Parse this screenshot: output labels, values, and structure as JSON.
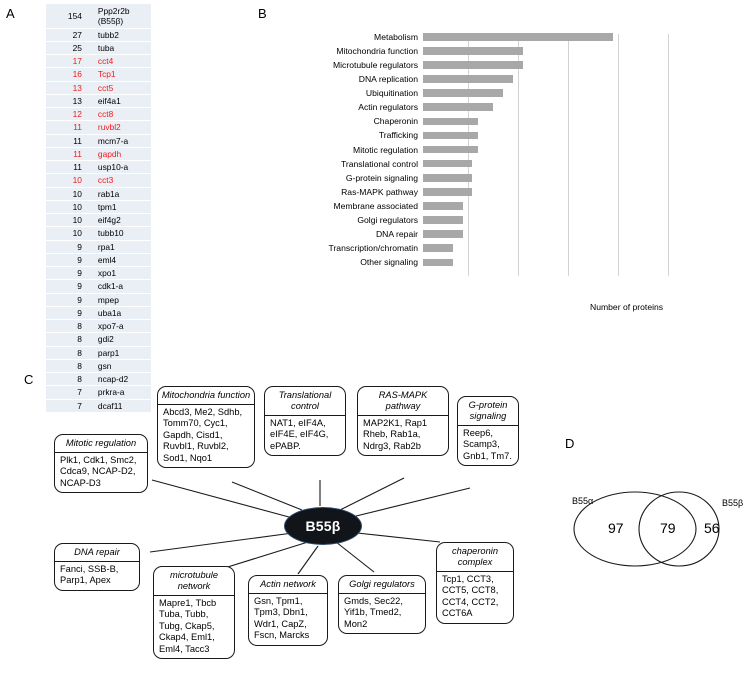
{
  "panels": {
    "a": {
      "letter": "A"
    },
    "b": {
      "letter": "B"
    },
    "c": {
      "letter": "C"
    },
    "d": {
      "letter": "D"
    }
  },
  "panel_a": {
    "rows": [
      {
        "count": "154",
        "name": "Ppp2r2b (B55β)",
        "highlight": false
      },
      {
        "count": "27",
        "name": "tubb2",
        "highlight": false
      },
      {
        "count": "25",
        "name": "tuba",
        "highlight": false
      },
      {
        "count": "17",
        "name": "cct4",
        "highlight": true
      },
      {
        "count": "16",
        "name": "Tcp1",
        "highlight": true
      },
      {
        "count": "13",
        "name": "cct5",
        "highlight": true
      },
      {
        "count": "13",
        "name": "eif4a1",
        "highlight": false
      },
      {
        "count": "12",
        "name": "cct8",
        "highlight": true
      },
      {
        "count": "11",
        "name": "ruvbl2",
        "highlight": true
      },
      {
        "count": "11",
        "name": "mcm7-a",
        "highlight": false
      },
      {
        "count": "11",
        "name": "gapdh",
        "highlight": true
      },
      {
        "count": "11",
        "name": "usp10-a",
        "highlight": false
      },
      {
        "count": "10",
        "name": "cct3",
        "highlight": true
      },
      {
        "count": "10",
        "name": "rab1a",
        "highlight": false
      },
      {
        "count": "10",
        "name": "tpm1",
        "highlight": false
      },
      {
        "count": "10",
        "name": "eif4g2",
        "highlight": false
      },
      {
        "count": "10",
        "name": "tubb10",
        "highlight": false
      },
      {
        "count": "9",
        "name": "rpa1",
        "highlight": false
      },
      {
        "count": "9",
        "name": "eml4",
        "highlight": false
      },
      {
        "count": "9",
        "name": "xpo1",
        "highlight": false
      },
      {
        "count": "9",
        "name": "cdk1-a",
        "highlight": false
      },
      {
        "count": "9",
        "name": "mpep",
        "highlight": false
      },
      {
        "count": "9",
        "name": "uba1a",
        "highlight": false
      },
      {
        "count": "8",
        "name": "xpo7-a",
        "highlight": false
      },
      {
        "count": "8",
        "name": "gdi2",
        "highlight": false
      },
      {
        "count": "8",
        "name": "parp1",
        "highlight": false
      },
      {
        "count": "8",
        "name": "gsn",
        "highlight": false
      },
      {
        "count": "8",
        "name": "ncap-d2",
        "highlight": false
      },
      {
        "count": "7",
        "name": "prkra-a",
        "highlight": false
      },
      {
        "count": "7",
        "name": "dcaf11",
        "highlight": false
      }
    ],
    "highlight_color": "#ee1c1c"
  },
  "chart_data": {
    "type": "bar",
    "orientation": "horizontal",
    "title": "",
    "xlabel": "Number of proteins",
    "ylabel": "",
    "xlim": [
      0,
      30
    ],
    "grid": true,
    "gridlines_at": [
      5,
      10,
      15,
      20,
      25
    ],
    "bar_color": "#a8a8a8",
    "categories": [
      "Metabolism",
      "Mitochondria function",
      "Microtubule regulators",
      "DNA replication",
      "Ubiquitination",
      "Actin regulators",
      "Chaperonin",
      "Trafficking",
      "Mitotic regulation",
      "Translational control",
      "G-protein signaling",
      "Ras-MAPK pathway",
      "Membrane associated",
      "Golgi regulators",
      "DNA repair",
      "Transcription/chromatin",
      "Other signaling"
    ],
    "values": [
      19,
      10,
      10,
      9,
      8,
      7,
      5.5,
      5.5,
      5.5,
      4.9,
      4.9,
      4.9,
      4,
      4,
      4,
      3,
      3
    ]
  },
  "panel_c": {
    "center_node": "B55β",
    "boxes": [
      {
        "id": "mitotic-regulation",
        "title": "Mitotic regulation",
        "body": "Plk1, Cdk1, Smc2, Cdca9, NCAP-D2, NCAP-D3"
      },
      {
        "id": "mitochondria-function",
        "title": "Mitochondria function",
        "body": "Abcd3, Me2, Sdhb, Tomm70, Cyc1, Gapdh, Cisd1, Ruvbl1, Ruvbl2, Sod1, Nqo1"
      },
      {
        "id": "translational-control",
        "title": "Translational control",
        "body": "NAT1, eIF4A, eIF4E, eIF4G, ePABP."
      },
      {
        "id": "ras-mapk-pathway",
        "title": "RAS-MAPK pathway",
        "body": "MAP2K1, Rap1 Rheb, Rab1a, Ndrg3, Rab2b"
      },
      {
        "id": "g-protein-signaling",
        "title": "G-protein signaling",
        "body": "Reep6, Scamp3, Gnb1, Tm7."
      },
      {
        "id": "dna-repair",
        "title": "DNA repair",
        "body": "Fanci, SSB-B, Parp1, Apex"
      },
      {
        "id": "microtubule-network",
        "title": "microtubule network",
        "body": "Mapre1, Tbcb Tuba, Tubb, Tubg, Ckap5, Ckap4, Eml1, Eml4, Tacc3"
      },
      {
        "id": "actin-network",
        "title": "Actin network",
        "body": "Gsn, Tpm1, Tpm3, Dbn1, Wdr1, CapZ, Fscn, Marcks"
      },
      {
        "id": "golgi-regulators",
        "title": "Golgi regulators",
        "body": "Gmds, Sec22, Yif1b, Tmed2, Mon2"
      },
      {
        "id": "chaperonin-complex",
        "title": "chaperonin complex",
        "body": "Tcp1, CCT3, CCT5, CCT8, CCT4, CCT2, CCT6A"
      }
    ]
  },
  "panel_d": {
    "left_label": "B55α",
    "right_label": "B55β",
    "left_only": "97",
    "intersection": "79",
    "right_only": "56"
  }
}
